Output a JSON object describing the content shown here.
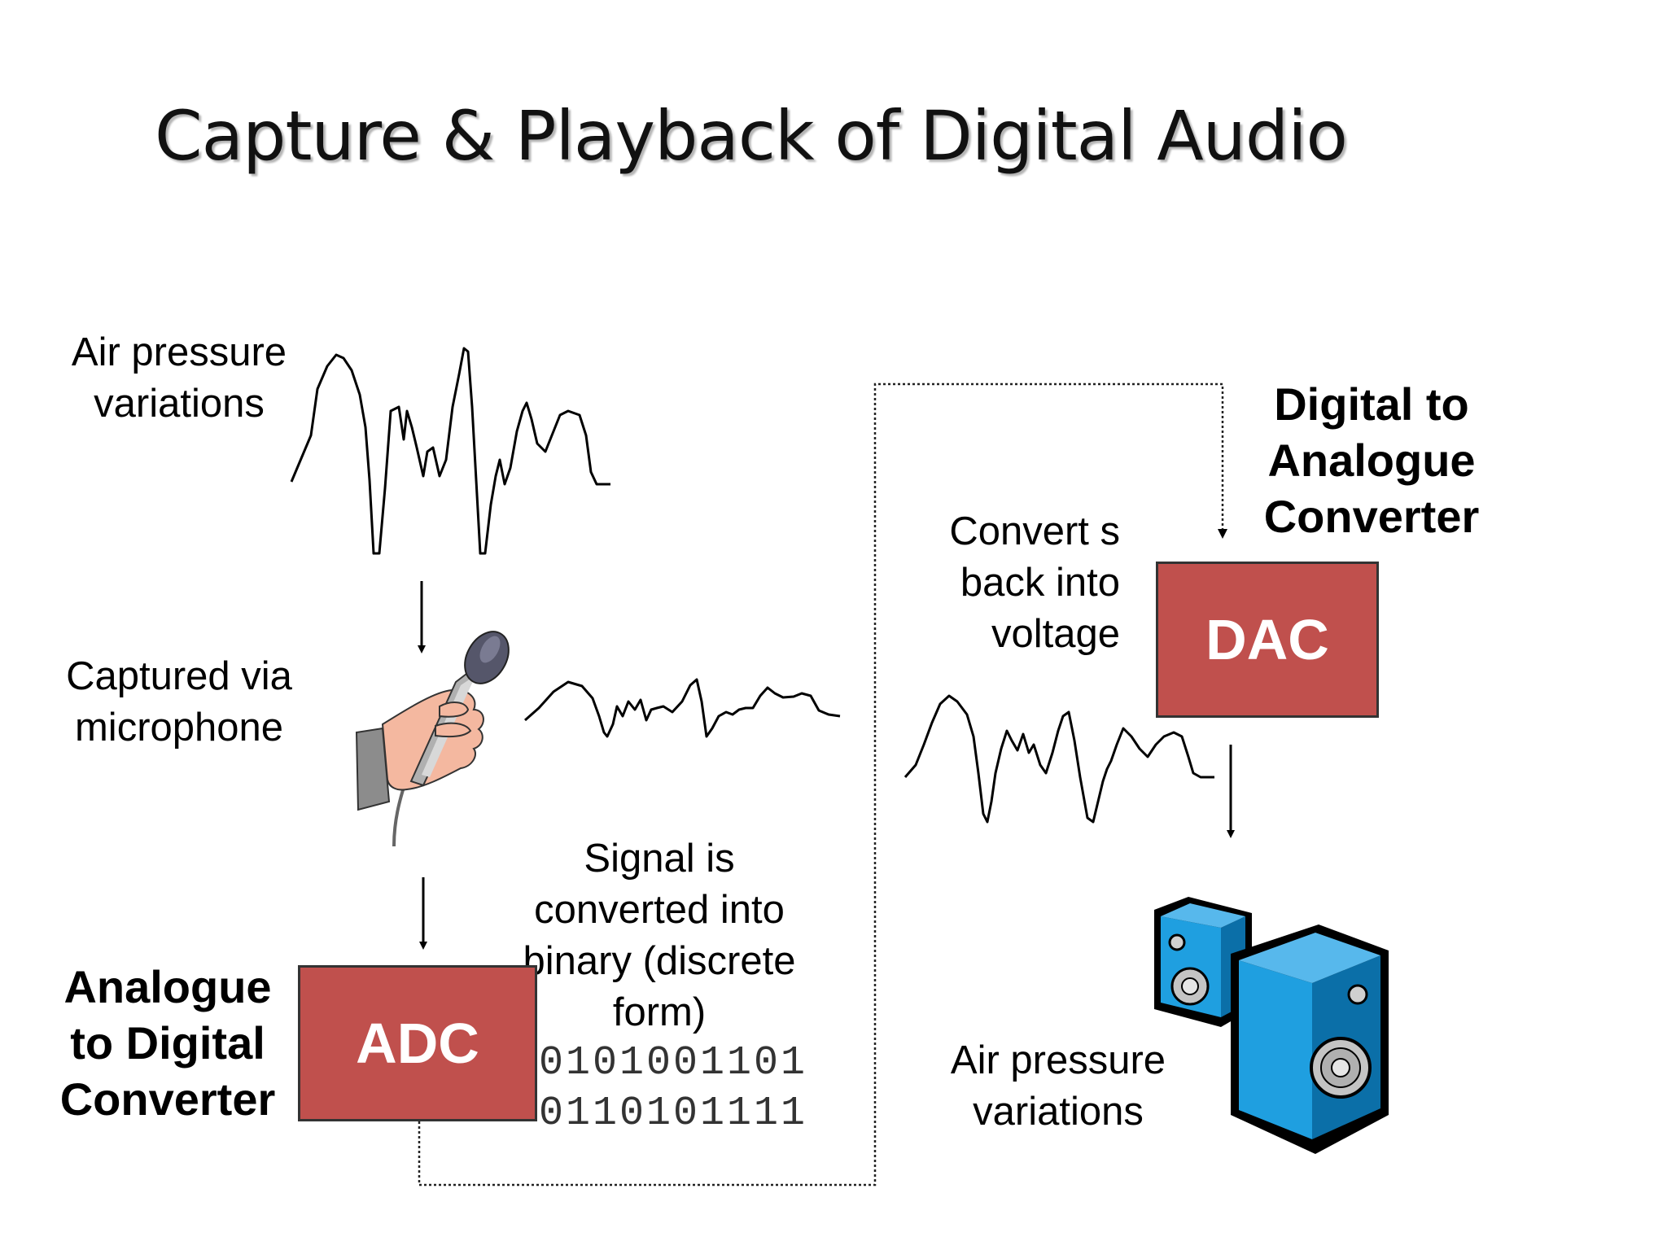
{
  "title": "Capture & Playback of Digital Audio",
  "input_wave_label": "Air pressure variations",
  "mic_label": "Captured via microphone",
  "signal_label": "Signal is converted into binary (discrete form)",
  "binary_line1": "0101001101",
  "binary_line2": "0110101111",
  "adc": {
    "box_text": "ADC",
    "label": "Analogue to Digital Converter",
    "color": "#c0504d"
  },
  "dac": {
    "box_text": "DAC",
    "label": "Digital to Analogue Converter",
    "color": "#c0504d"
  },
  "voltage_label": "Convert s back into voltage",
  "output_label": "Air pressure variations",
  "icons": [
    "microphone-hand-icon",
    "speakers-icon"
  ],
  "speaker_color": "#1f9fe0"
}
